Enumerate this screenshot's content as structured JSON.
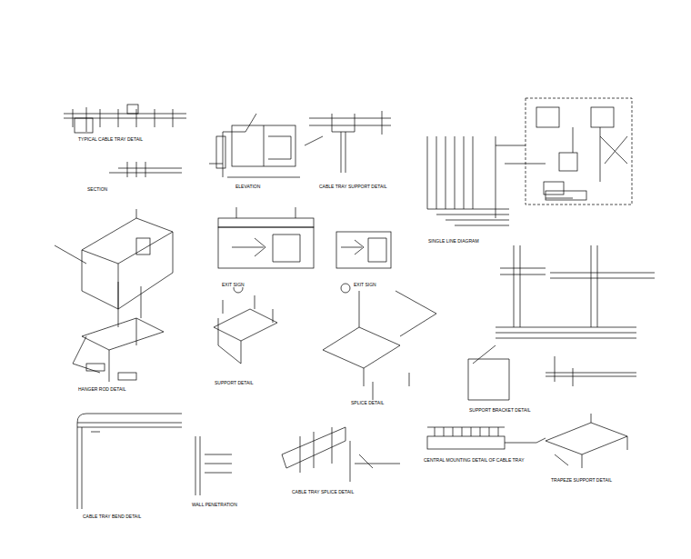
{
  "diagram": {
    "labels": [
      "TYPICAL CABLE TRAY DETAIL",
      "SECTION",
      "ELEVATION",
      "CABLE TRAY SUPPORT DETAIL",
      "SINGLE LINE DIAGRAM",
      "EXIT SIGN",
      "EXIT SIGN",
      "HANGER ROD DETAIL",
      "SUPPORT DETAIL",
      "SPLICE DETAIL",
      "SUPPORT BRACKET DETAIL",
      "CABLE TRAY BEND DETAIL",
      "WALL PENETRATION",
      "CABLE TRAY SPLICE DETAIL",
      "CENTRAL MOUNTING DETAIL OF CABLE TRAY",
      "TRAPEZE SUPPORT DETAIL"
    ]
  }
}
